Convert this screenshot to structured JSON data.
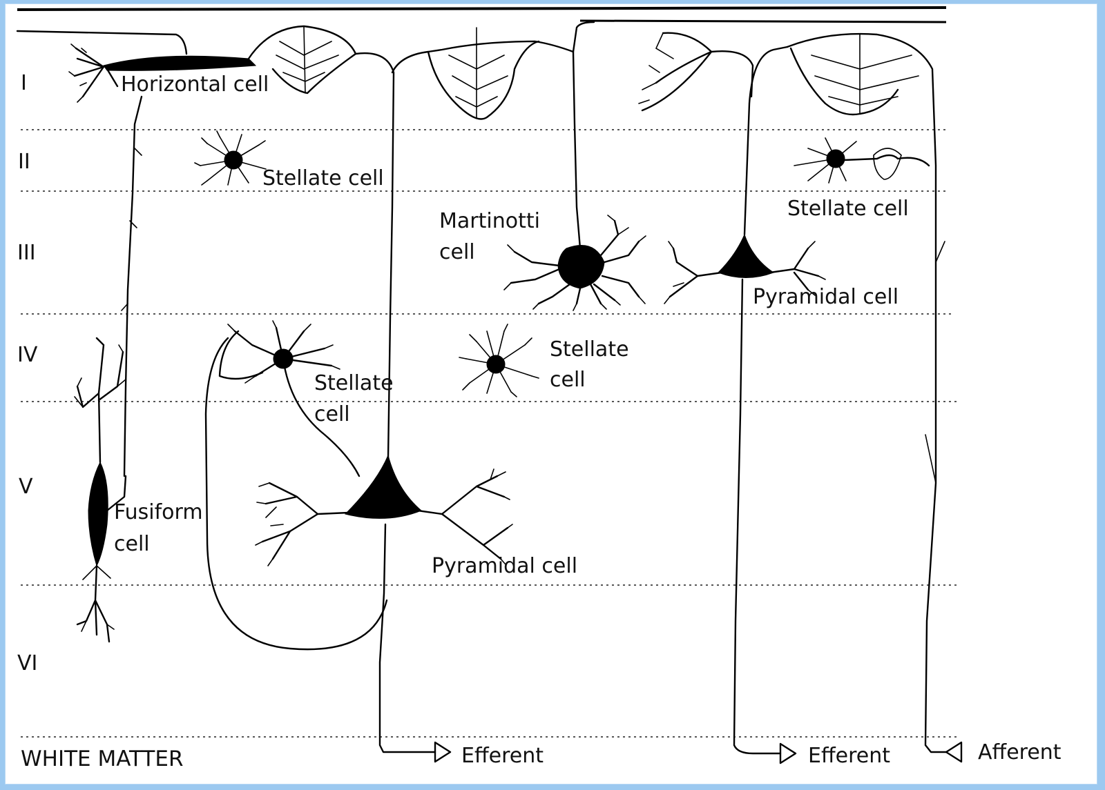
{
  "layers": {
    "l1": "I",
    "l2": "II",
    "l3": "III",
    "l4": "IV",
    "l5": "V",
    "l6": "VI",
    "white_matter": "WHITE MATTER"
  },
  "cells": {
    "horizontal": "Horizontal cell",
    "stellate_ii": "Stellate cell",
    "stellate_ii_right": "Stellate cell",
    "martinotti_1": "Martinotti",
    "martinotti_2": "cell",
    "pyramidal_iii": "Pyramidal cell",
    "stellate_iv_left_1": "Stellate",
    "stellate_iv_left_2": "cell",
    "stellate_iv_mid_1": "Stellate",
    "stellate_iv_mid_2": "cell",
    "fusiform_1": "Fusiform",
    "fusiform_2": "cell",
    "pyramidal_v": "Pyramidal cell"
  },
  "fibers": {
    "efferent_1": "Efferent",
    "efferent_2": "Efferent",
    "afferent": "Afferent"
  },
  "colors": {
    "background": "#9cc9f0",
    "panel": "#ffffff",
    "ink": "#000000"
  }
}
